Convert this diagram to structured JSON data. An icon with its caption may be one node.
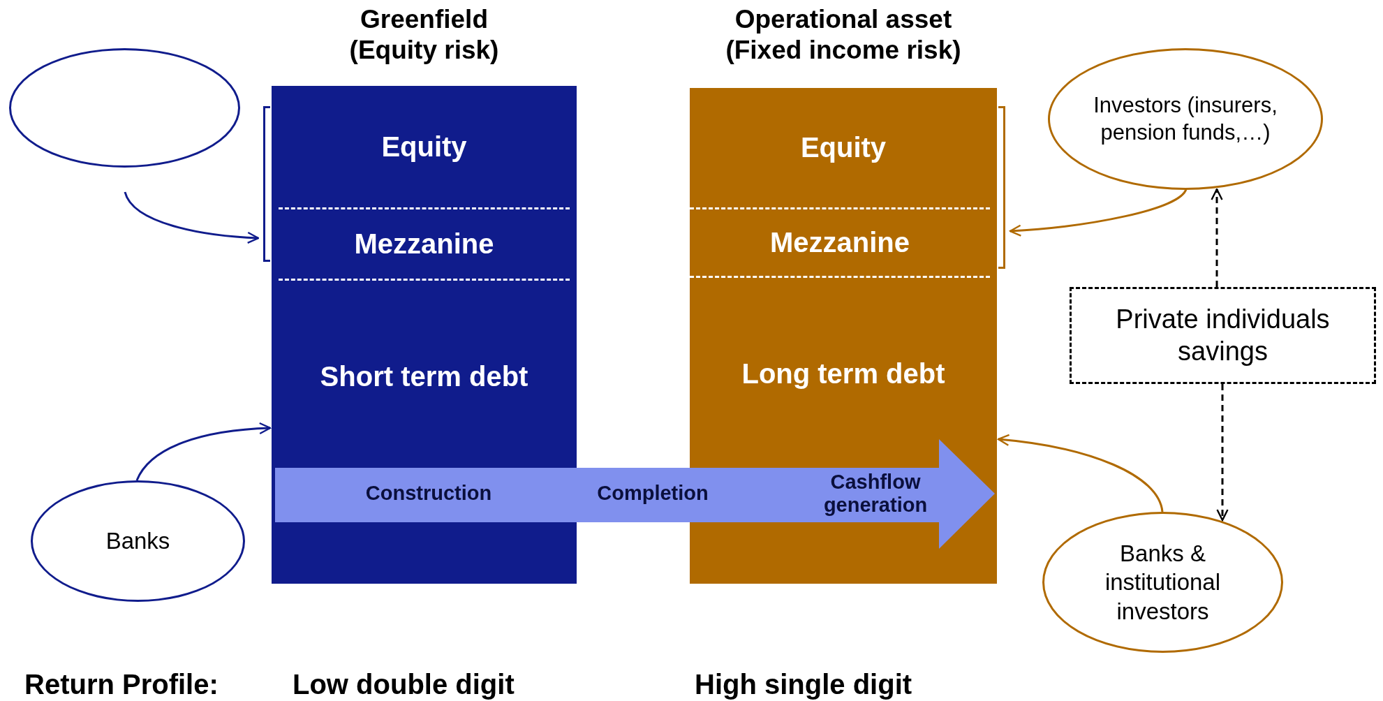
{
  "diagram": {
    "nodes": [
      {
        "text": [],
        "shape": "ellipse"
      },
      {
        "text": [],
        "shape": "bracket"
      },
      {
        "text": [
          "Greenfield (Equity risk)"
        ]
      },
      {
        "text": [
          "Equity"
        ],
        "in": 2
      },
      {
        "text": [
          "Mezzanine"
        ],
        "in": 2
      },
      {
        "text": [
          "Short term debt"
        ],
        "in": 2
      },
      {
        "text": [
          "Operational asset (Fixed income risk)"
        ]
      },
      {
        "text": [
          "Equity"
        ],
        "in": 6
      },
      {
        "text": [
          "Mezzanine"
        ],
        "in": 6
      },
      {
        "text": [
          "Long term debt"
        ],
        "in": 6
      },
      {
        "text": [],
        "shape": "bracket"
      },
      {
        "text": [
          "Investors (insurers, pension funds,…)"
        ]
      },
      {
        "text": [
          "Private individuals savings"
        ]
      },
      {
        "text": [
          "Banks"
        ]
      },
      {
        "text": [
          "Banks & institutional investors"
        ]
      },
      {
        "text": [
          "Construction",
          "Completion",
          "Cashflow generation"
        ]
      }
    ],
    "edges": [
      {
        "from": 0,
        "to": 1,
        "arrow": "to",
        "color": "#101c8c"
      },
      {
        "from": 13,
        "to": 2,
        "arrow": "to",
        "color": "#101c8c"
      },
      {
        "from": 11,
        "to": 10,
        "arrow": "to",
        "color": "#b06a00"
      },
      {
        "from": 14,
        "to": 6,
        "arrow": "to",
        "color": "#b06a00"
      },
      {
        "from": 12,
        "to": 11,
        "arrow": "to",
        "style": "dashed",
        "color": "#000000"
      },
      {
        "from": 12,
        "to": 14,
        "arrow": "to",
        "style": "dashed",
        "color": "#000000"
      }
    ],
    "labels": [
      "Return Profile:",
      "Low double digit",
      "High single digit"
    ]
  }
}
